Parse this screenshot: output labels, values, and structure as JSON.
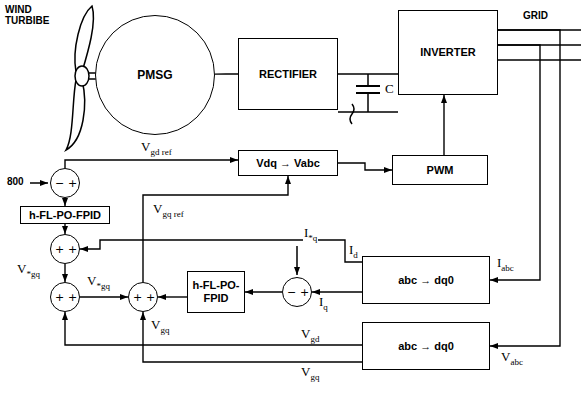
{
  "diagram": {
    "nodes": [
      {
        "text": [
          "PMSG"
        ]
      },
      {
        "text": [
          "RECTIFIER"
        ]
      },
      {
        "text": [
          "INVERTER"
        ]
      },
      {
        "text": [
          "Vdq → Vabc"
        ]
      },
      {
        "text": [
          "PWM"
        ]
      },
      {
        "text": [
          "−",
          "+"
        ]
      },
      {
        "text": [
          "h-FL-PO-FPID"
        ]
      },
      {
        "text": [
          "+",
          "+"
        ]
      },
      {
        "text": [
          "+",
          "+"
        ]
      },
      {
        "text": [
          "+",
          "+"
        ]
      },
      {
        "text": [
          "h-FL-PO-FPID"
        ]
      },
      {
        "text": [
          "−",
          "+"
        ]
      },
      {
        "text": [
          "abc → dq0"
        ]
      },
      {
        "text": [
          "abc → dq0"
        ]
      }
    ],
    "edges": [
      {
        "from": 0,
        "to": 1,
        "arrow": "none"
      },
      {
        "from": 1,
        "to": 2,
        "arrow": "none"
      },
      {
        "from": 4,
        "to": 2,
        "arrow": "to"
      },
      {
        "from": 3,
        "to": 4,
        "arrow": "to"
      },
      {
        "from": 5,
        "to": 3,
        "arrow": "to"
      },
      {
        "from": 5,
        "to": 6,
        "arrow": "to"
      },
      {
        "from": 6,
        "to": 7,
        "arrow": "to"
      },
      {
        "from": 7,
        "to": 8,
        "arrow": "to"
      },
      {
        "from": 8,
        "to": 9,
        "arrow": "to"
      },
      {
        "from": 11,
        "to": 10,
        "arrow": "to"
      },
      {
        "from": 10,
        "to": 9,
        "arrow": "to"
      },
      {
        "from": 9,
        "to": 3,
        "arrow": "to"
      },
      {
        "from": 12,
        "to": 11,
        "arrow": "to"
      },
      {
        "from": 12,
        "to": 7,
        "arrow": "to"
      },
      {
        "from": 13,
        "to": 8,
        "arrow": "to"
      },
      {
        "from": 13,
        "to": 9,
        "arrow": "to"
      },
      {
        "from": 2,
        "to": 12,
        "arrow": "to"
      },
      {
        "from": 2,
        "to": 13,
        "arrow": "to"
      }
    ],
    "labels": [
      "WIND TURBIBE",
      "C",
      "GRID",
      "800",
      "Vgd ref",
      "Vgq ref",
      "V*gq",
      "V*gq",
      "Vgq",
      "I*q",
      "Id",
      "Iq",
      "Iabc",
      "Vgd",
      "Vgq",
      "Vabc"
    ]
  }
}
